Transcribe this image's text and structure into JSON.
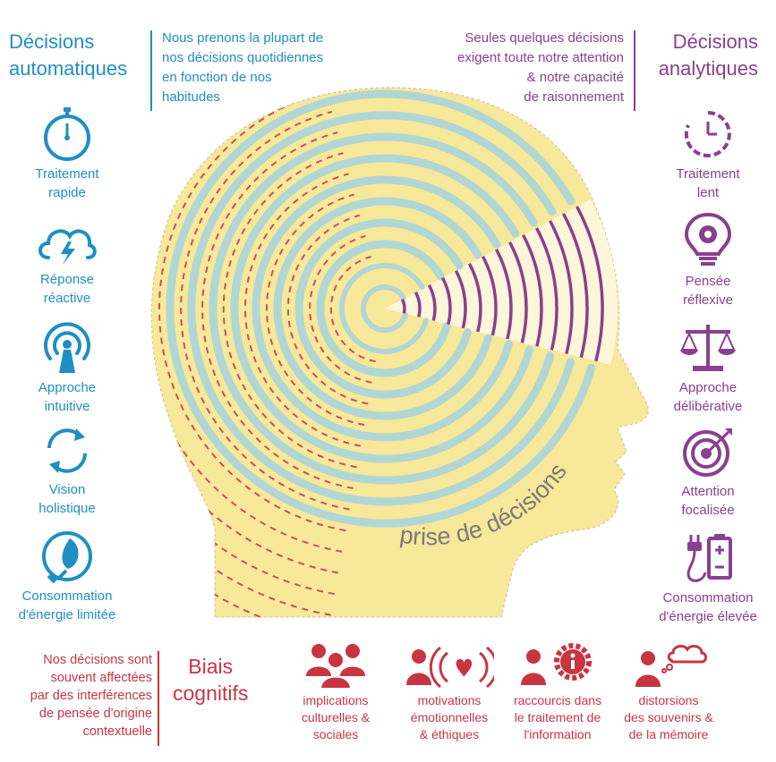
{
  "left": {
    "title_line1": "Décisions",
    "title_line2": "automatiques",
    "desc_lines": [
      "Nous prenons la plupart de",
      "nos décisions quotidiennes",
      "en fonction de nos",
      "habitudes"
    ],
    "items": [
      {
        "icon": "stopwatch-icon",
        "line1": "Traitement",
        "line2": "rapide"
      },
      {
        "icon": "cloud-lightning-icon",
        "line1": "Réponse",
        "line2": "réactive"
      },
      {
        "icon": "antenna-icon",
        "line1": "Approche",
        "line2": "intuitive"
      },
      {
        "icon": "cycle-arrows-icon",
        "line1": "Vision",
        "line2": "holistique"
      },
      {
        "icon": "leaf-plug-icon",
        "line1": "Consommation",
        "line2": "d'énergie limitée"
      }
    ],
    "color": "#1f8ec4"
  },
  "right": {
    "title_line1": "Décisions",
    "title_line2": "analytiques",
    "desc_lines": [
      "Seules quelques décisions",
      "exigent toute notre attention",
      "& notre capacité",
      "de raisonnement"
    ],
    "items": [
      {
        "icon": "clock-icon",
        "line1": "Traitement",
        "line2": "lent"
      },
      {
        "icon": "lightbulb-gear-icon",
        "line1": "Pensée",
        "line2": "réflexive"
      },
      {
        "icon": "scales-icon",
        "line1": "Approche",
        "line2": "délibérative"
      },
      {
        "icon": "target-icon",
        "line1": "Attention",
        "line2": "focalisée"
      },
      {
        "icon": "battery-plug-icon",
        "line1": "Consommation",
        "line2": "d'énergie élevée"
      }
    ],
    "color": "#8a3f8f"
  },
  "center": {
    "arc_label": "prise de décisions",
    "head_color": "#f7e89a",
    "ring_color": "#a8d5dc",
    "wave_color": "#c94f5a"
  },
  "bottom": {
    "desc_lines": [
      "Nos décisions sont",
      "souvent  affectées",
      "par des interférences",
      "de pensée d'origine",
      "contextuelle"
    ],
    "title_line1": "Biais",
    "title_line2": "cognitifs",
    "biases": [
      {
        "icon": "people-group-icon",
        "lines": [
          "implications",
          "culturelles &",
          "sociales"
        ]
      },
      {
        "icon": "person-heart-icon",
        "lines": [
          "motivations",
          "émotionnelles",
          "& éthiques"
        ]
      },
      {
        "icon": "person-gear-info-icon",
        "lines": [
          "raccourcis dans",
          "le traitement de",
          "l'information"
        ]
      },
      {
        "icon": "person-thought-icon",
        "lines": [
          "distorsions",
          "des souvenirs &",
          "de la mémoire"
        ]
      }
    ],
    "color": "#c83540"
  }
}
